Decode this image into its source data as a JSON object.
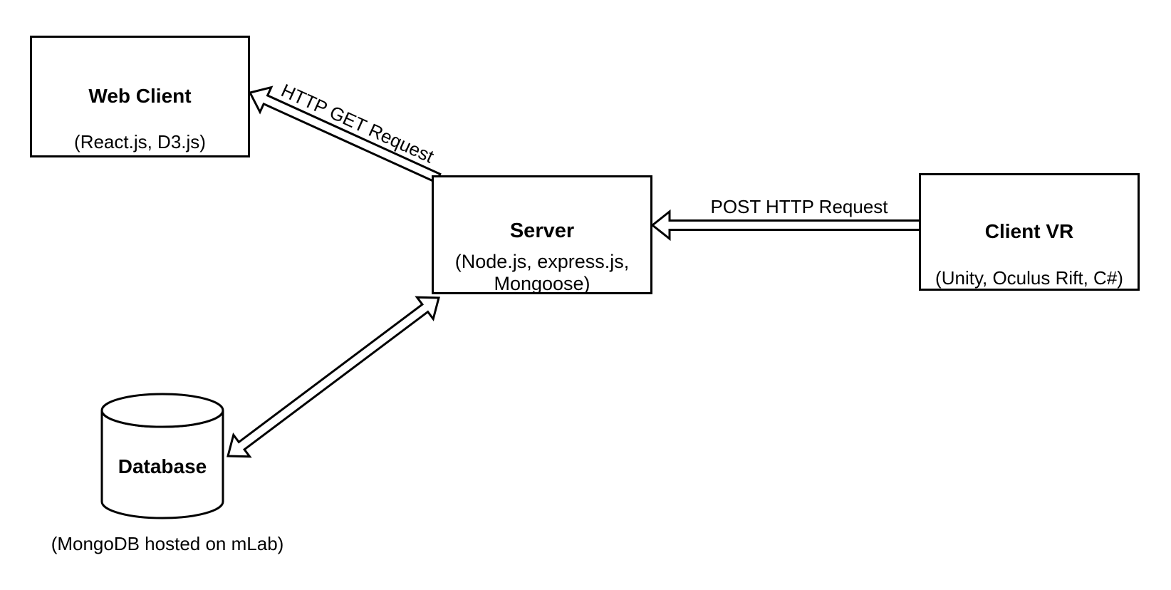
{
  "diagram": {
    "background_color": "#ffffff",
    "line_color": "#000000",
    "text_color": "#000000",
    "nodes": {
      "web_client": {
        "shape": "rectangle",
        "title": "Web Client",
        "subtitle": "(React.js, D3.js)"
      },
      "server": {
        "shape": "rectangle",
        "title": "Server",
        "subtitle": "(Node.js, express.js,\nMongoose)"
      },
      "client_vr": {
        "shape": "rectangle",
        "title": "Client VR",
        "subtitle": "(Unity, Oculus Rift, C#)"
      },
      "database": {
        "shape": "cylinder",
        "title": "Database",
        "caption": "(MongoDB hosted on mLab)"
      }
    },
    "edges": {
      "http_get": {
        "label": "HTTP GET Request",
        "from": "server",
        "to": "web_client",
        "arrows": "one-way"
      },
      "http_post": {
        "label": "POST HTTP Request",
        "from": "client_vr",
        "to": "server",
        "arrows": "one-way"
      },
      "db_link": {
        "label": "",
        "from": "database",
        "to": "server",
        "arrows": "two-way"
      }
    }
  }
}
